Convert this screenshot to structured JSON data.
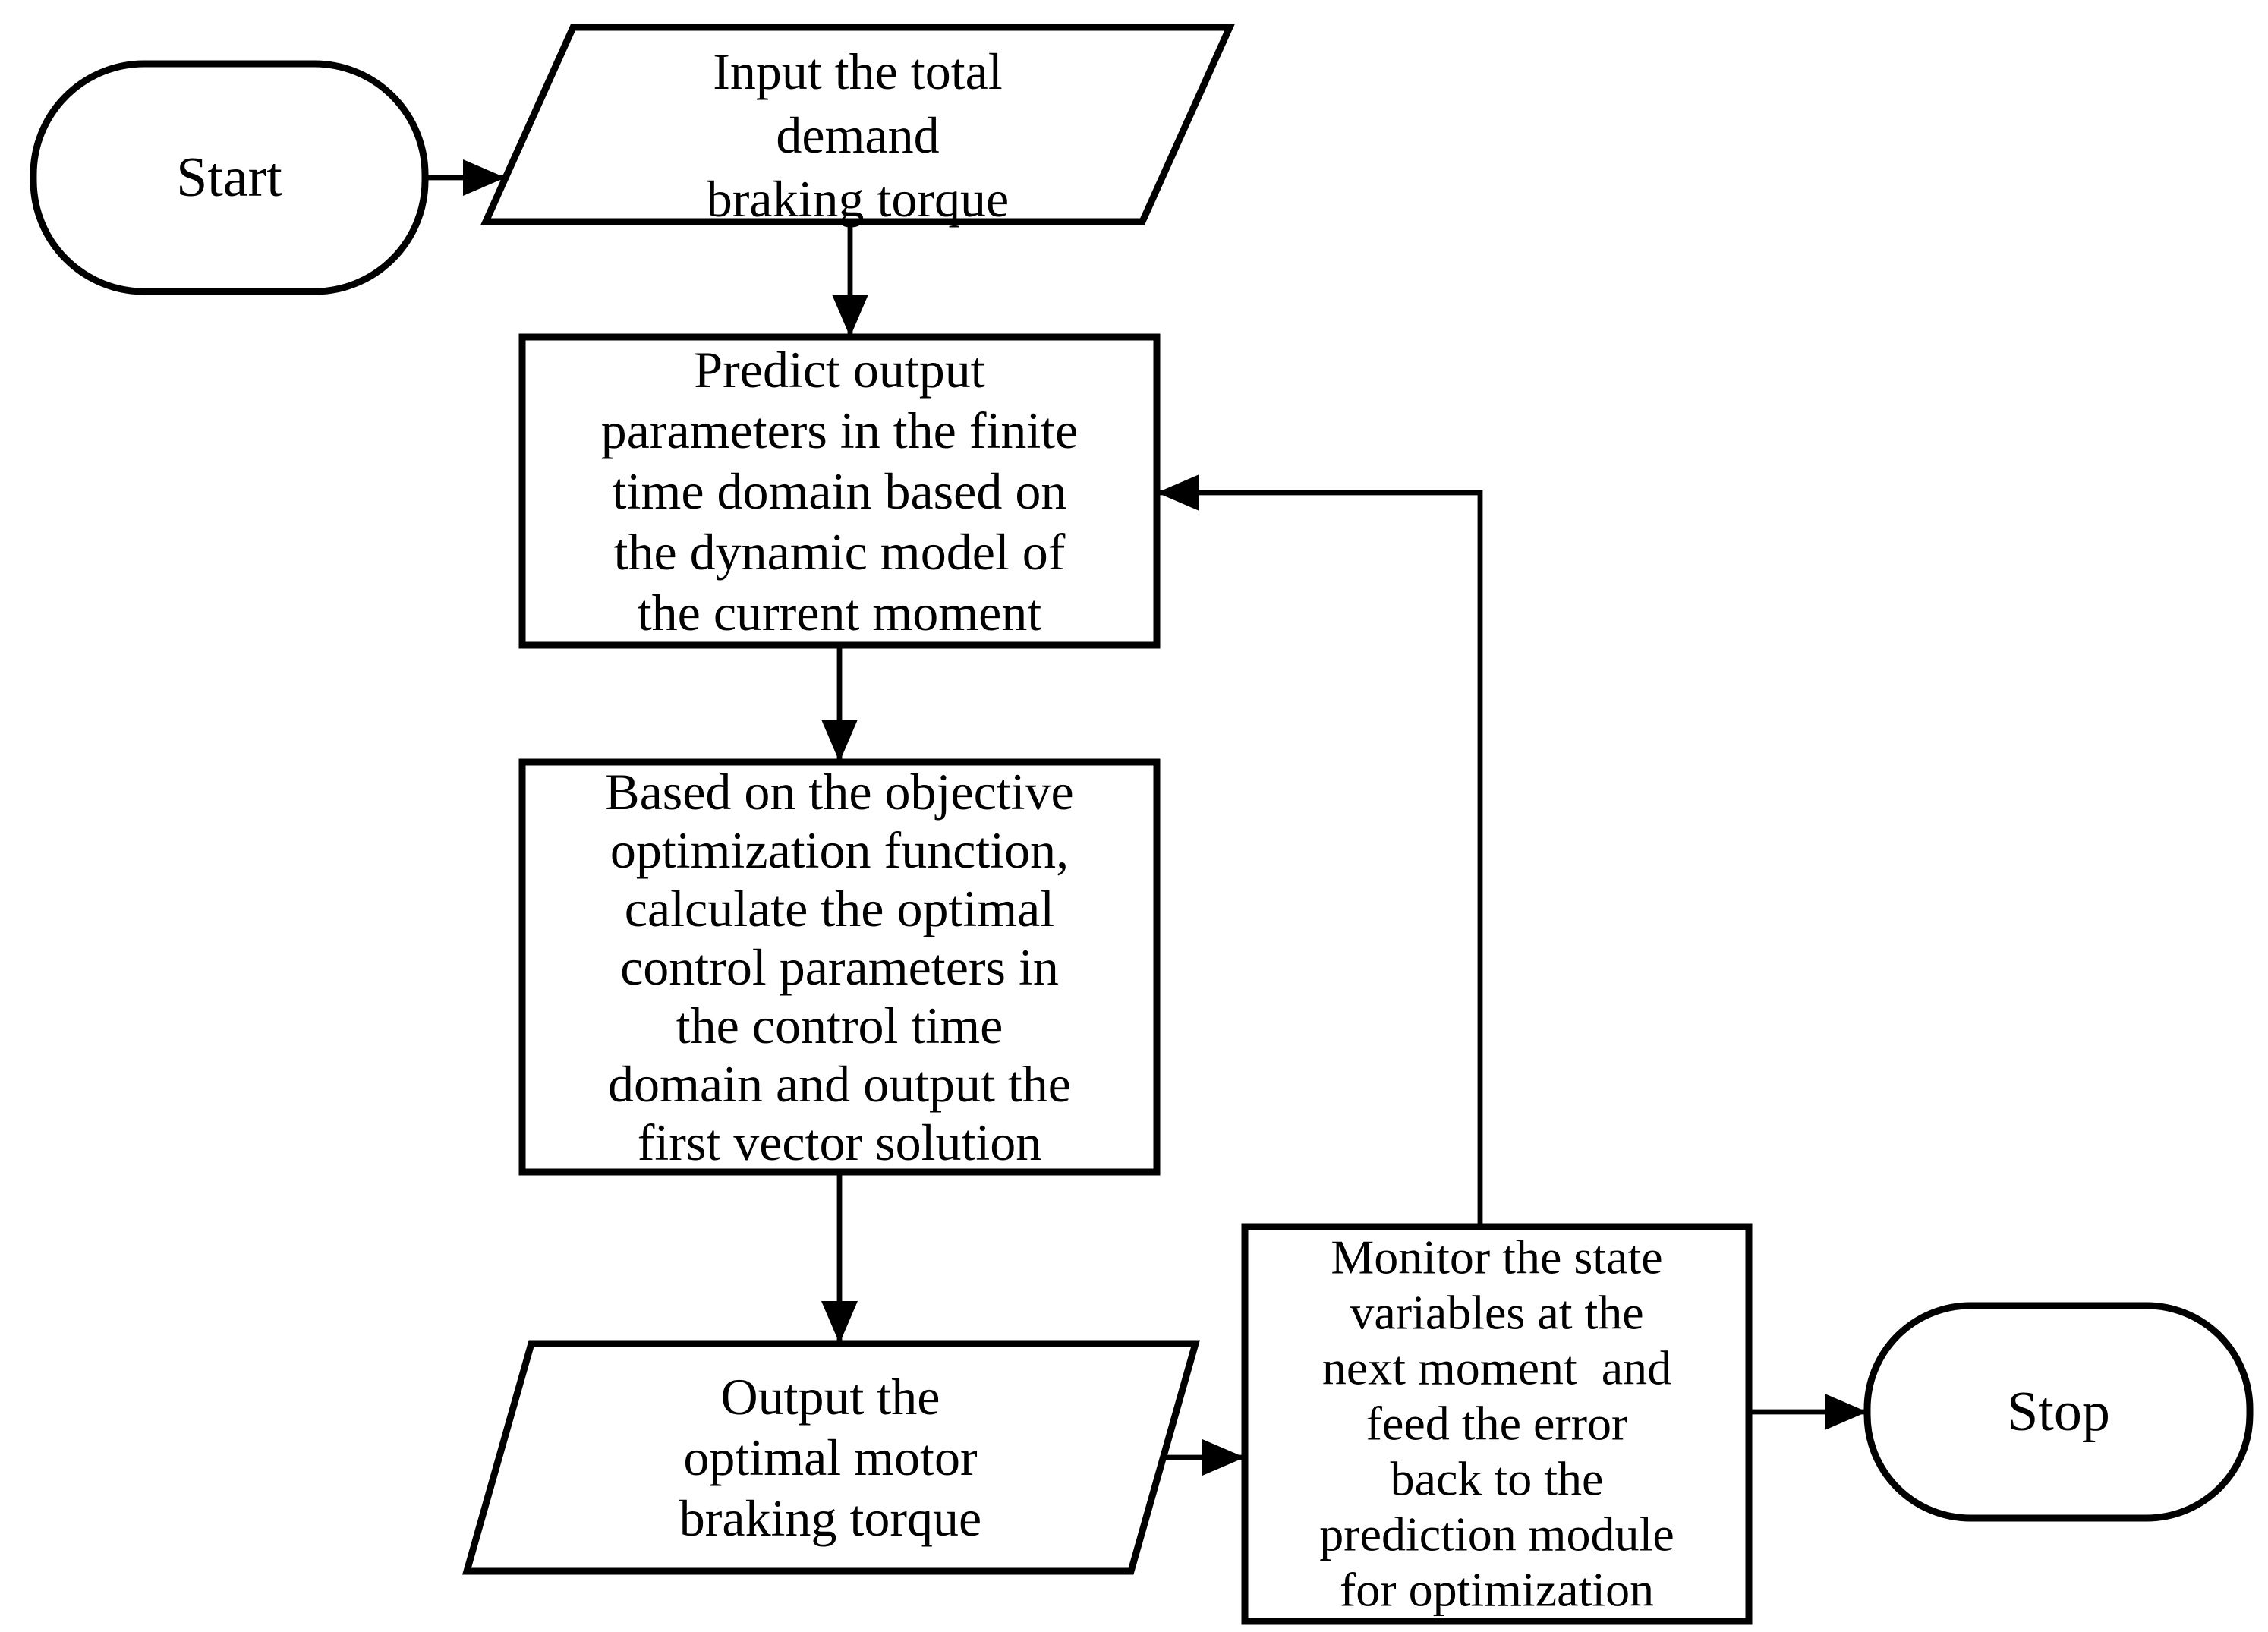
{
  "diagram": {
    "type": "flowchart",
    "colors": {
      "ink": "#000000",
      "paper": "#ffffff"
    },
    "nodes": {
      "start": {
        "shape": "terminator",
        "label": "Start"
      },
      "input": {
        "shape": "parallelogram-io",
        "lines": [
          "Input the total",
          "demand",
          "braking torque"
        ]
      },
      "predict": {
        "shape": "process",
        "lines": [
          "Predict output",
          "parameters in the finite",
          "time domain based on",
          "the dynamic model of",
          "the current moment"
        ]
      },
      "optimize": {
        "shape": "process",
        "lines": [
          "Based on the objective",
          "optimization function,",
          "calculate the optimal",
          "control parameters in",
          "the control time",
          "domain and output the",
          "first vector solution"
        ]
      },
      "output": {
        "shape": "parallelogram-io",
        "lines": [
          "Output the",
          "optimal motor",
          "braking torque"
        ]
      },
      "monitor": {
        "shape": "process",
        "lines": [
          "Monitor the state",
          "variables at the",
          "next moment  and",
          "feed the error",
          "back to the",
          "prediction module",
          "for optimization"
        ]
      },
      "stop": {
        "shape": "terminator",
        "label": "Stop"
      }
    },
    "edges": [
      {
        "from": "start",
        "to": "input"
      },
      {
        "from": "input",
        "to": "predict"
      },
      {
        "from": "predict",
        "to": "optimize"
      },
      {
        "from": "optimize",
        "to": "output"
      },
      {
        "from": "output",
        "to": "monitor"
      },
      {
        "from": "monitor",
        "to": "stop"
      },
      {
        "from": "monitor",
        "to": "predict",
        "kind": "feedback"
      }
    ]
  }
}
